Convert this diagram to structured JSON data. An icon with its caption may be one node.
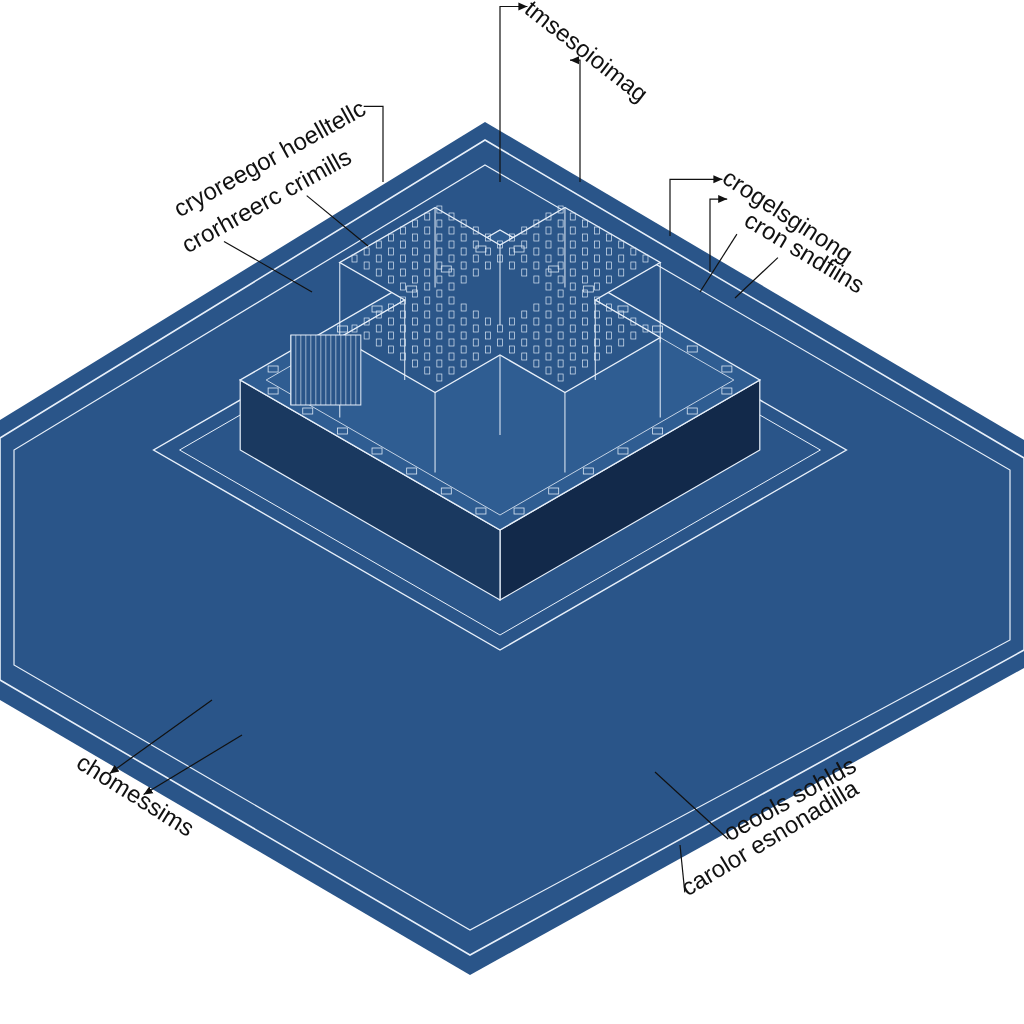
{
  "diagram": {
    "nodes": [
      {
        "text": [
          "cryoreegor hoelltellc"
        ]
      },
      {
        "text": [
          "crorhreerc crimills"
        ]
      },
      {
        "text": [
          "tmsesoioimag"
        ]
      },
      {
        "text": [
          "crogelsginong"
        ]
      },
      {
        "text": [
          "cron sndfiins"
        ]
      },
      {
        "text": [
          "chomessims"
        ]
      },
      {
        "text": [
          "oeools sohlds"
        ]
      },
      {
        "text": [
          "carolor esnonadilla"
        ]
      }
    ],
    "edges": [
      {
        "from": 0,
        "to": null,
        "arrow": "none"
      },
      {
        "from": 1,
        "to": null,
        "arrow": "none"
      },
      {
        "from": 1,
        "to": null,
        "arrow": "none"
      },
      {
        "from": null,
        "to": 2,
        "arrow": "to"
      },
      {
        "from": null,
        "to": 2,
        "arrow": "to"
      },
      {
        "from": null,
        "to": 3,
        "arrow": "to"
      },
      {
        "from": null,
        "to": 3,
        "arrow": "to"
      },
      {
        "from": 4,
        "to": null,
        "arrow": "none"
      },
      {
        "from": 4,
        "to": null,
        "arrow": "none"
      },
      {
        "from": null,
        "to": 5,
        "arrow": "to"
      },
      {
        "from": null,
        "to": 5,
        "arrow": "to"
      },
      {
        "from": 6,
        "to": null,
        "arrow": "none"
      },
      {
        "from": 7,
        "to": null,
        "arrow": "none"
      }
    ]
  }
}
